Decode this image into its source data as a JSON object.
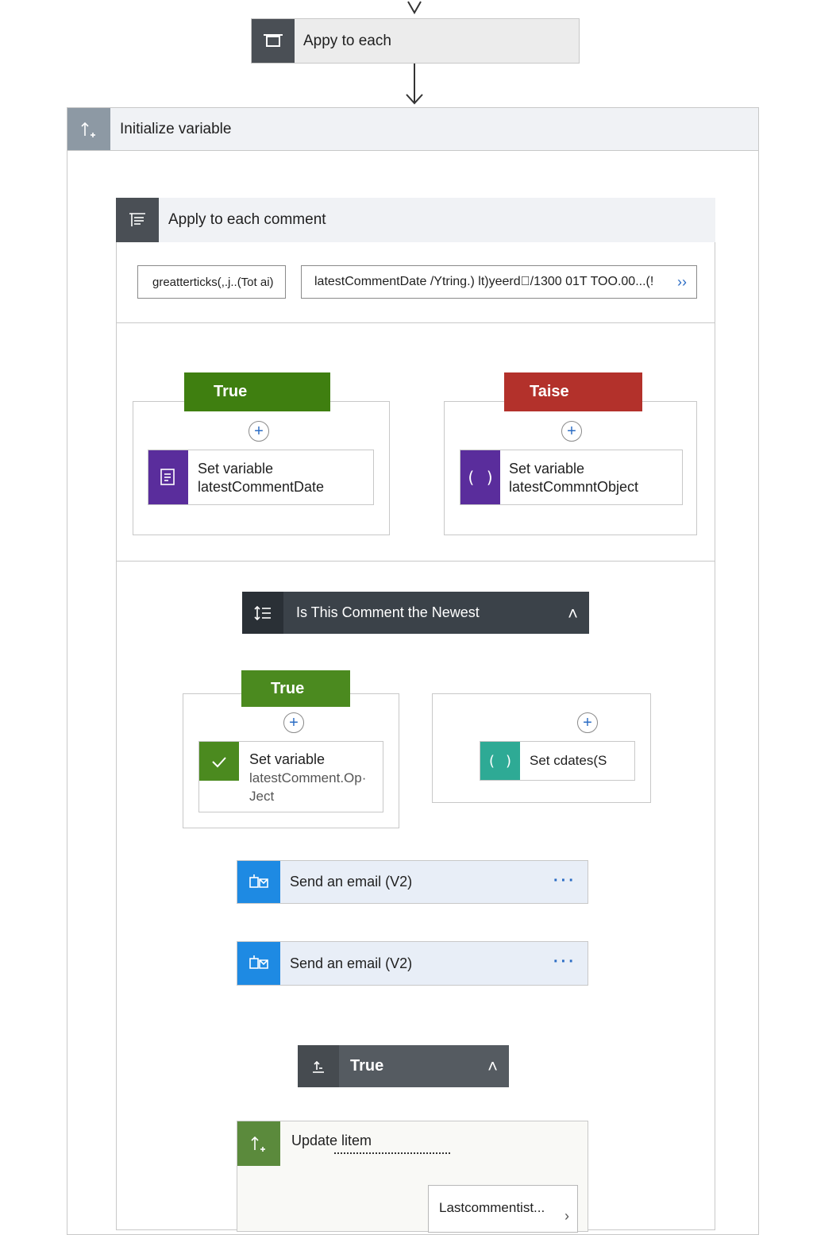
{
  "flow": {
    "apply_each_top": {
      "label": "Appy to each",
      "icon": "loop-icon"
    },
    "init_variable": {
      "label": "Initialize variable",
      "icon": "variable-icon"
    },
    "apply_each_comment": {
      "label": "Apply to each comment",
      "icon": "loop-list-icon",
      "condition_left": "greatterticks(,.j..(Tot ai)",
      "condition_right": "latestCommentDate /Ytring.)  lt)yeerd⃝/1300 01T TOO.00...(!",
      "expand_glyph": "››"
    },
    "branch_true_1": {
      "header": "True",
      "action_title": "Set variable",
      "action_sub": "latestCommentDate",
      "color": "#3f7f10"
    },
    "branch_false_1": {
      "header": "Taise",
      "action_title": "Set variable",
      "action_sub": "latestCommntObject",
      "color": "#b3312b"
    },
    "newest_condition": {
      "label": "Is This Comment the Newest",
      "icon": "condition-icon",
      "chevron": "˄"
    },
    "branch_true_2": {
      "header": "True",
      "action_title": "Set variable",
      "action_sub_1": "latestComment.Op·",
      "action_sub_2": "Ject"
    },
    "branch_other_2": {
      "action_label": "Set cdates(S"
    },
    "email_1": {
      "label": "Send an email (V2)",
      "more": "···"
    },
    "email_2": {
      "label": "Send an email (V2)",
      "more": "···"
    },
    "true_scope": {
      "label": "True",
      "chevron": "˄"
    },
    "update_item": {
      "label": "Update litem",
      "field": "Lastcommentist...",
      "field_chevron": "›"
    },
    "plus_glyph": "+"
  },
  "colors": {
    "loop_dark": "#4a4f55",
    "variable_gray": "#8d99a4",
    "purple": "#5a2d9c",
    "green": "#4b8a1f",
    "teal": "#2eaa95",
    "email_blue": "#1e8ae3",
    "condition_dark": "#3b4249",
    "scope_dark": "#555b61",
    "update_green": "#5b8a3c"
  }
}
